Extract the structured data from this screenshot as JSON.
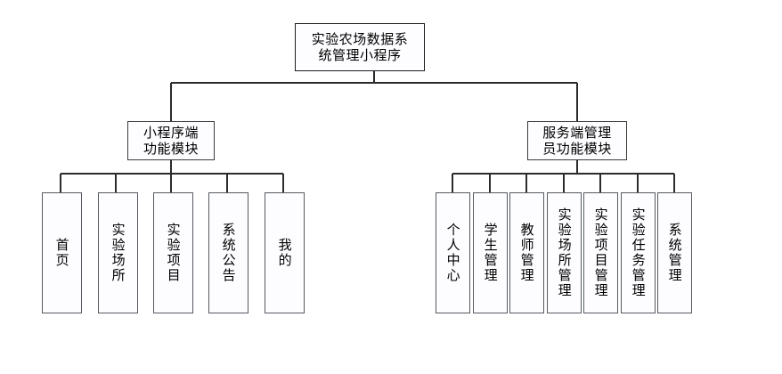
{
  "diagram": {
    "type": "hierarchy-tree",
    "title_node": {
      "id": "root",
      "label": "实验农场数据系\n统管理小程序",
      "plain_label": "实验农场数据系统管理小程序"
    },
    "level2": [
      {
        "id": "client-module",
        "label": "小程序端\n功能模块",
        "plain_label": "小程序端功能模块"
      },
      {
        "id": "admin-module",
        "label": "服务端管理\n员功能模块",
        "plain_label": "服务端管理员功能模块"
      }
    ],
    "client_leaves": [
      {
        "id": "home",
        "label": "首页"
      },
      {
        "id": "experiment-site",
        "label": "实验场所"
      },
      {
        "id": "experiment-project",
        "label": "实验项目"
      },
      {
        "id": "system-notice",
        "label": "系统公告"
      },
      {
        "id": "mine",
        "label": "我的"
      }
    ],
    "admin_leaves": [
      {
        "id": "personal-center",
        "label": "个人中心"
      },
      {
        "id": "student-manage",
        "label": "学生管理"
      },
      {
        "id": "teacher-manage",
        "label": "教师管理"
      },
      {
        "id": "site-manage",
        "label": "实验场所管理"
      },
      {
        "id": "project-manage",
        "label": "实验项目管理"
      },
      {
        "id": "task-manage",
        "label": "实验任务管理"
      },
      {
        "id": "system-manage",
        "label": "系统管理"
      }
    ],
    "colors": {
      "background": "#ffffff",
      "box_fill": "#fdfdff",
      "box_border": "#3c3c3c",
      "leaf_border": "#555a60",
      "connector": "#2b2b2b",
      "text": "#000000"
    }
  }
}
